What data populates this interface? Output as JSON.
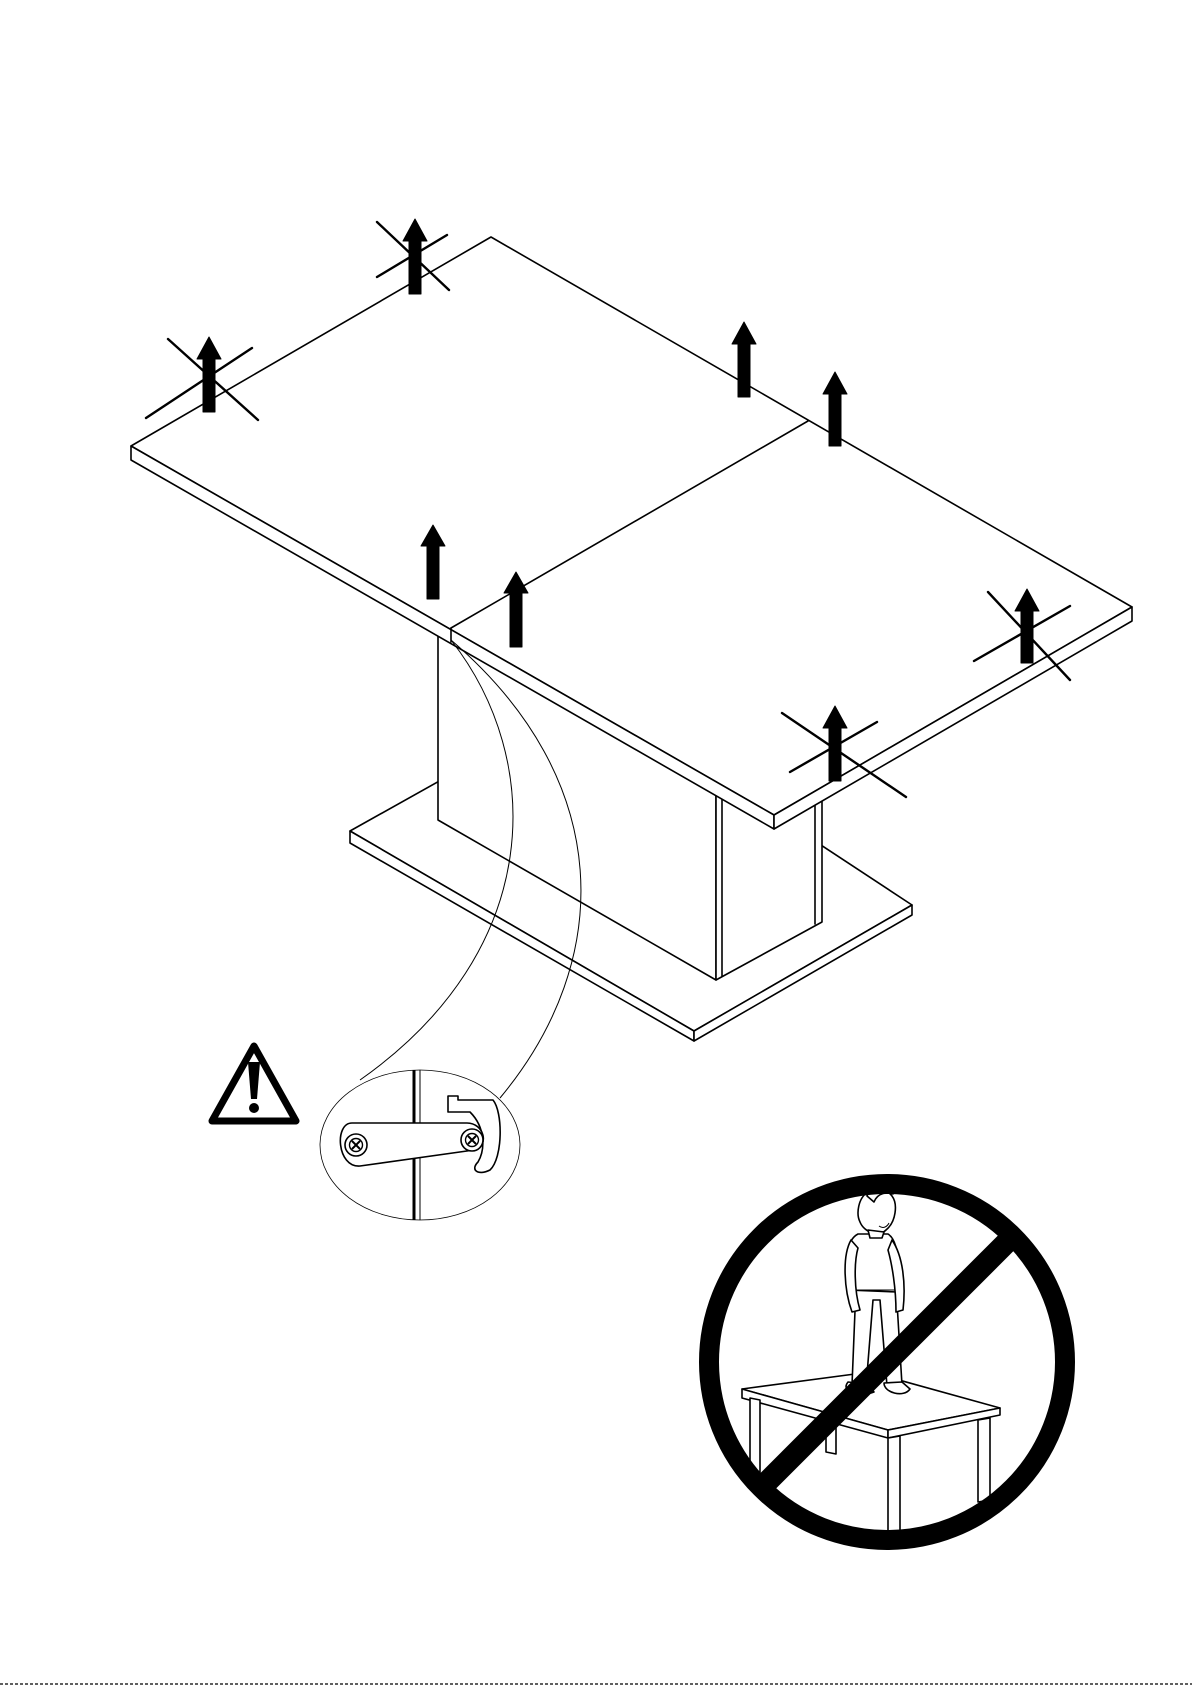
{
  "figure": {
    "kind": "assembly-instruction-illustration",
    "text_elements": [],
    "lift_arrows_allowed": 4,
    "lift_arrows_prohibited": 4,
    "icons": [
      "warning-triangle-icon",
      "no-standing-on-table-icon"
    ],
    "colors": {
      "ink": "#000000",
      "paper": "#ffffff"
    }
  }
}
